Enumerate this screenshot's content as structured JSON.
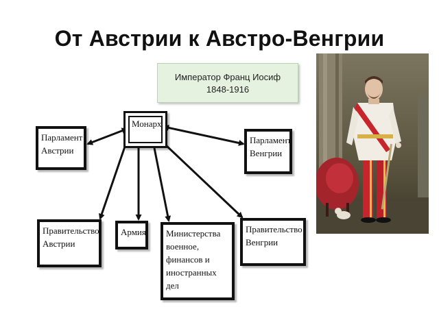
{
  "slide": {
    "title": "От Австрии к Австро-Венгрии",
    "caption_line1": "Император Франц Иосиф",
    "caption_line2": "1848-1916"
  },
  "diagram": {
    "monarch": "Монарх",
    "parliament_austria": [
      "Парламент",
      "Австрии"
    ],
    "parliament_hungary": [
      "Парламент",
      "Венгрии"
    ],
    "government_austria": [
      "Правительство",
      "Австрии"
    ],
    "army": "Армия",
    "ministries": [
      "Министерства",
      "военное,",
      "финансов и",
      "иностранных дел"
    ],
    "government_hungary": [
      "Правительство",
      "Венгрии"
    ]
  },
  "colors": {
    "box_border": "#111111",
    "caption_bg": "#e4f2df",
    "uniform_white": "#f1ede4",
    "trousers_red": "#c8242b"
  }
}
